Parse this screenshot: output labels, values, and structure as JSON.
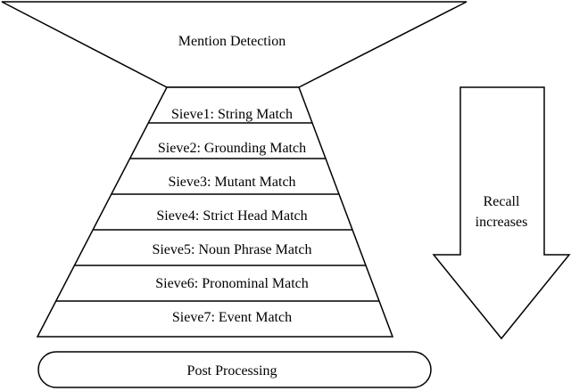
{
  "funnel": {
    "top_label": "Mention Detection",
    "sieves": [
      "Sieve1: String Match",
      "Sieve2: Grounding Match",
      "Sieve3: Mutant Match",
      "Sieve4: Strict Head Match",
      "Sieve5: Noun Phrase Match",
      "Sieve6: Pronominal Match",
      "Sieve7: Event Match"
    ]
  },
  "post_processing": {
    "label": "Post Processing"
  },
  "arrow": {
    "line1": "Recall",
    "line2": "increases"
  }
}
